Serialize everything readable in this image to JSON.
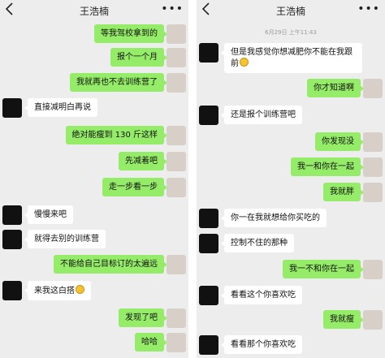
{
  "left_screen": {
    "header": {
      "title": "王浩楠",
      "back_icon": "chevron-left-icon",
      "more_icon": "more-dots-icon"
    },
    "messages": [
      {
        "side": "me",
        "text": "等我驾校拿到的"
      },
      {
        "side": "me",
        "text": "报个一个月"
      },
      {
        "side": "me",
        "text": "我就再也不去训练营了"
      },
      {
        "side": "other",
        "text": "直接减明白再说"
      },
      {
        "side": "me",
        "text": "绝对能瘦到 130 斤这样"
      },
      {
        "side": "me",
        "text": "先减着吧"
      },
      {
        "side": "me",
        "text": "走一步看一步"
      },
      {
        "side": "other",
        "text": "慢慢来吧"
      },
      {
        "side": "other",
        "text": "就得去别的训练营"
      },
      {
        "side": "me",
        "text": "不能给自己目标订的太遍远"
      },
      {
        "side": "other",
        "text": "来我这白搭",
        "emoji": "awkward-smile-emoji"
      },
      {
        "side": "me",
        "text": "发现了吧"
      },
      {
        "side": "me",
        "text": "哈哈"
      }
    ]
  },
  "right_screen": {
    "header": {
      "title": "王浩楠",
      "back_icon": "chevron-left-icon",
      "more_icon": "more-dots-icon"
    },
    "timestamp": "6月29日 上午11:43",
    "messages": [
      {
        "side": "other",
        "line1": "但是我感觉你想减肥你不能在我跟",
        "line2": "前",
        "emoji": "awkward-smile-emoji"
      },
      {
        "side": "me",
        "text": "你才知道啊"
      },
      {
        "side": "other",
        "text": "还是报个训练营吧"
      },
      {
        "side": "me",
        "text": "你发现没"
      },
      {
        "side": "me",
        "text": "我一和你在一起"
      },
      {
        "side": "me",
        "text": "我就胖"
      },
      {
        "side": "other",
        "text": "你一在我就想给你买吃的"
      },
      {
        "side": "other",
        "text": "控制不住的那种"
      },
      {
        "side": "me",
        "text": "我一不和你在一起"
      },
      {
        "side": "other",
        "text": "看看这个你喜欢吃"
      },
      {
        "side": "me",
        "text": "我就瘦"
      },
      {
        "side": "other",
        "text": "看看那个你喜欢吃"
      }
    ]
  }
}
